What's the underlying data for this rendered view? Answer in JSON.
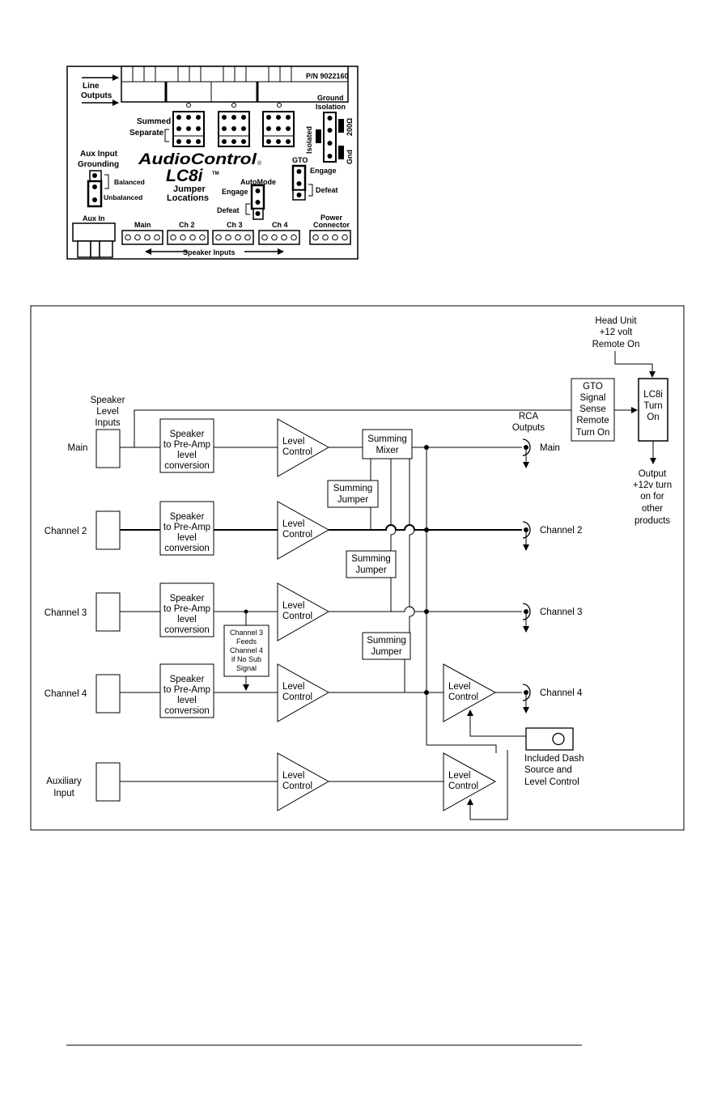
{
  "jumper_board": {
    "part_number": "P/N 9022160",
    "line_outputs": [
      "Line",
      "Outputs"
    ],
    "summed_label": "Summed",
    "separate_label": "Separate",
    "ground_isolation": [
      "Ground",
      "Isolation"
    ],
    "isolated_label": "Isolated",
    "ohm_label": "200Ω",
    "gnd_label": "Gnd",
    "aux_input_grounding": [
      "Aux Input",
      "Grounding"
    ],
    "balanced_label": "Balanced",
    "unbalanced_label": "Unbalanced",
    "brand": "AudioControl",
    "registered": "®",
    "model": "LC8i",
    "trademark": "TM",
    "jumper_locations": [
      "Jumper",
      "Locations"
    ],
    "gto_label": "GTO",
    "gto_engage": "Engage",
    "gto_defeat": "Defeat",
    "automode_label": "AutoMode",
    "automode_engage": "Engage",
    "automode_defeat": "Defeat",
    "aux_in_label": "Aux In",
    "connector_labels": [
      "Main",
      "Ch 2",
      "Ch 3",
      "Ch 4"
    ],
    "power_connector": [
      "Power",
      "Connector"
    ],
    "speaker_inputs": "Speaker Inputs"
  },
  "block_diagram": {
    "head_unit": [
      "Head Unit",
      "+12 volt",
      "Remote On"
    ],
    "speaker_level_inputs": [
      "Speaker",
      "Level",
      "Inputs"
    ],
    "inputs": [
      "Main",
      "Channel 2",
      "Channel 3",
      "Channel 4"
    ],
    "auxiliary_input": [
      "Auxiliary",
      "Input"
    ],
    "converter_label": [
      "Speaker",
      "to Pre-Amp",
      "level",
      "conversion"
    ],
    "level_control": [
      "Level",
      "Control"
    ],
    "summing_mixer": [
      "Summing",
      "Mixer"
    ],
    "summing_jumper": [
      "Summing",
      "Jumper"
    ],
    "gto_box": [
      "GTO",
      "Signal",
      "Sense",
      "Remote",
      "Turn On"
    ],
    "lc8i_turn_on": [
      "LC8i",
      "Turn",
      "On"
    ],
    "rca_outputs": [
      "RCA",
      "Outputs"
    ],
    "outputs": [
      "Main",
      "Channel 2",
      "Channel 3",
      "Channel 4"
    ],
    "output_12v": [
      "Output",
      "+12v turn",
      "on for",
      "other",
      "products"
    ],
    "ch3_feeds": [
      "Channel 3",
      "Feeds",
      "Channel 4",
      "if No Sub",
      "Signal"
    ],
    "dash_source": [
      "Included Dash",
      "Source and",
      "Level Control"
    ]
  }
}
